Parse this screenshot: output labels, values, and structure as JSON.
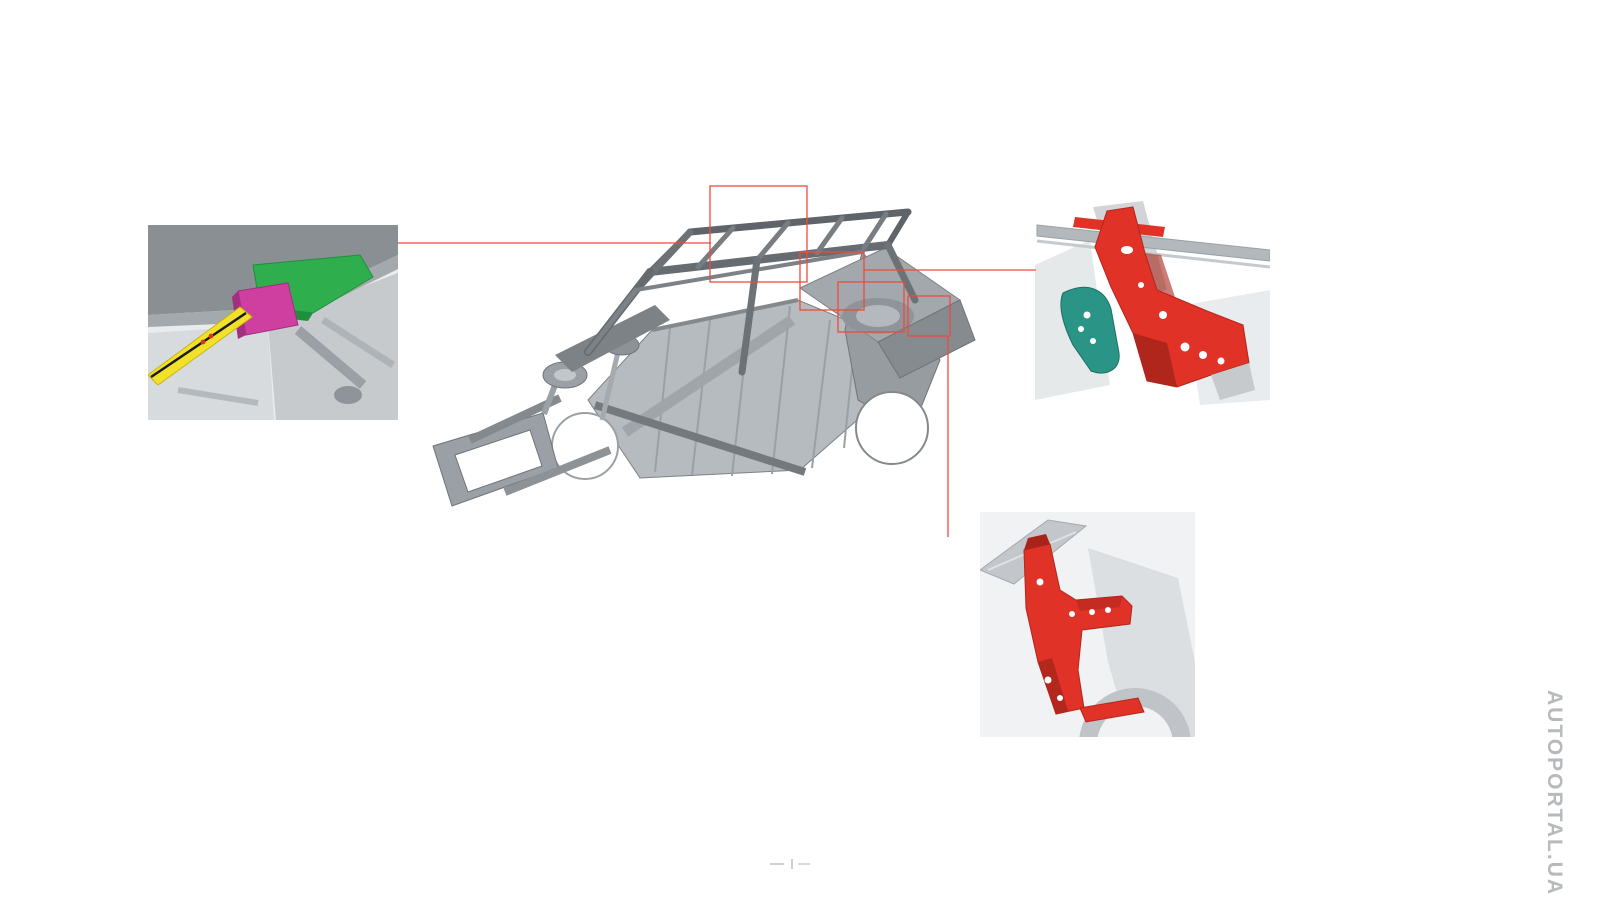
{
  "page": {
    "background": "#ffffff",
    "watermark_text": "AUTOPORTAL.UA"
  },
  "figure": {
    "type": "technical-diagram",
    "subject": "Car body shell (body-in-white) shown in isometric view with three enlarged detail views of color-highlighted structural reinforcement parts connected by red callout lines"
  },
  "callouts": [
    {
      "id": "detail-top-left",
      "description": "Enlarged detail: rear parcel-shelf area with green, magenta and yellow highlighted reinforcement parts",
      "highlights": [
        "green",
        "magenta",
        "yellow"
      ]
    },
    {
      "id": "detail-right",
      "description": "Enlarged detail: rear pillar area with red highlighted pillar reinforcement and teal bracket",
      "highlights": [
        "red",
        "teal"
      ]
    },
    {
      "id": "detail-bottom-right",
      "description": "Enlarged detail: rear quarter / wheelhouse area with red highlighted pillar reinforcement",
      "highlights": [
        "red"
      ]
    }
  ],
  "colors": {
    "highlight-red": "#e03227",
    "highlight-dark-red": "#a8241b",
    "highlight-green": "#2fae4e",
    "highlight-dark-green": "#1f8f3c",
    "highlight-magenta": "#ce3f9f",
    "highlight-yellow": "#f2e12b",
    "highlight-teal": "#2a9486",
    "connector-red": "#ee4a3e",
    "watermark-gray": "#b7babd",
    "body-gray": "#a9aeb3"
  }
}
